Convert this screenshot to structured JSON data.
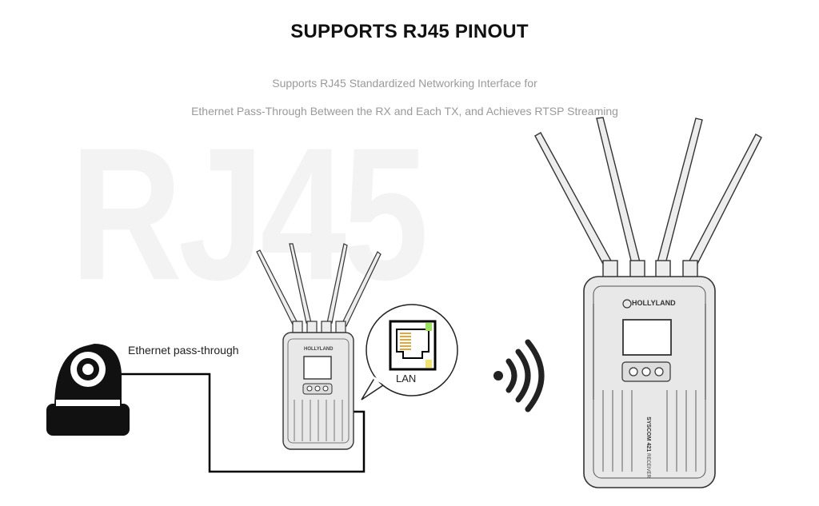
{
  "header": {
    "title": "SUPPORTS RJ45 PINOUT",
    "subtitle_line1": "Supports RJ45 Standardized Networking Interface for",
    "subtitle_line2": "Ethernet Pass-Through Between the RX and Each TX, and Achieves RTSP Streaming"
  },
  "watermark": "RJ45",
  "labels": {
    "ethernet": "Ethernet pass-through",
    "port": "LAN"
  },
  "devices": {
    "transmitter_brand": "HOLLYLAND",
    "receiver_brand": "HOLLYLAND",
    "receiver_model": "SYSCOM 421",
    "receiver_type": "RECEIVER"
  },
  "colors": {
    "title": "#111111",
    "subtitle": "#9a9a9a",
    "watermark": "#f3f3f3",
    "device_body": "#e6e6e6",
    "led_green": "#9be35a",
    "led_yellow": "#f2e36a",
    "pins": "#e3a83a"
  },
  "icons": [
    "ptz-camera-icon",
    "rj45-port-icon",
    "wireless-signal-icon"
  ]
}
